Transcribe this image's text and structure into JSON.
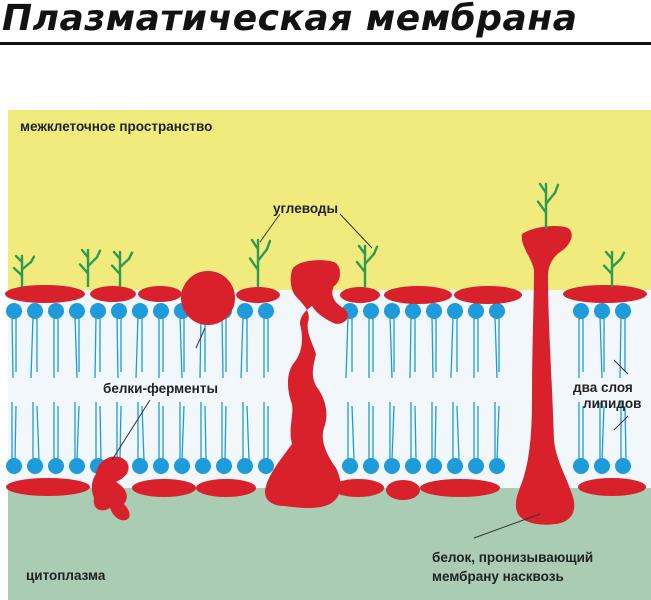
{
  "title": "Плазматическая мембрана",
  "labels": {
    "extracellular": "межклеточное пространство",
    "carbohydrates": "углеводы",
    "enzymes": "белки-ферменты",
    "bilayer_line1": "два слоя",
    "bilayer_line2": "липидов",
    "transmembrane_line1": "белок, пронизывающий",
    "transmembrane_line2": "мембрану насквозь",
    "cytoplasm": "цитоплазма"
  },
  "colors": {
    "extracellular": "#F1EB7E",
    "cytoplasm": "#A9CCB2",
    "membrane_core": "#F2F7FC",
    "lipid_head": "#1E9BDB",
    "protein": "#D9212C",
    "carbohydrate": "#2E9A52",
    "text": "#222222"
  }
}
